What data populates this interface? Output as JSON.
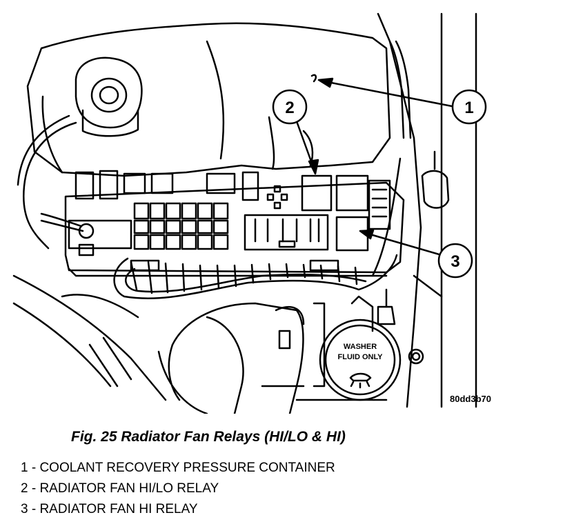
{
  "figure": {
    "code": "80dd3b70",
    "washer_cap_line1": "WASHER",
    "washer_cap_line2": "FLUID ONLY",
    "callouts": [
      "1",
      "2",
      "3"
    ]
  },
  "caption": "Fig. 25 Radiator Fan Relays (HI/LO & HI)",
  "legend": [
    "1 - COOLANT RECOVERY PRESSURE CONTAINER",
    "2 - RADIATOR FAN HI/LO RELAY",
    "3 - RADIATOR FAN HI RELAY"
  ]
}
